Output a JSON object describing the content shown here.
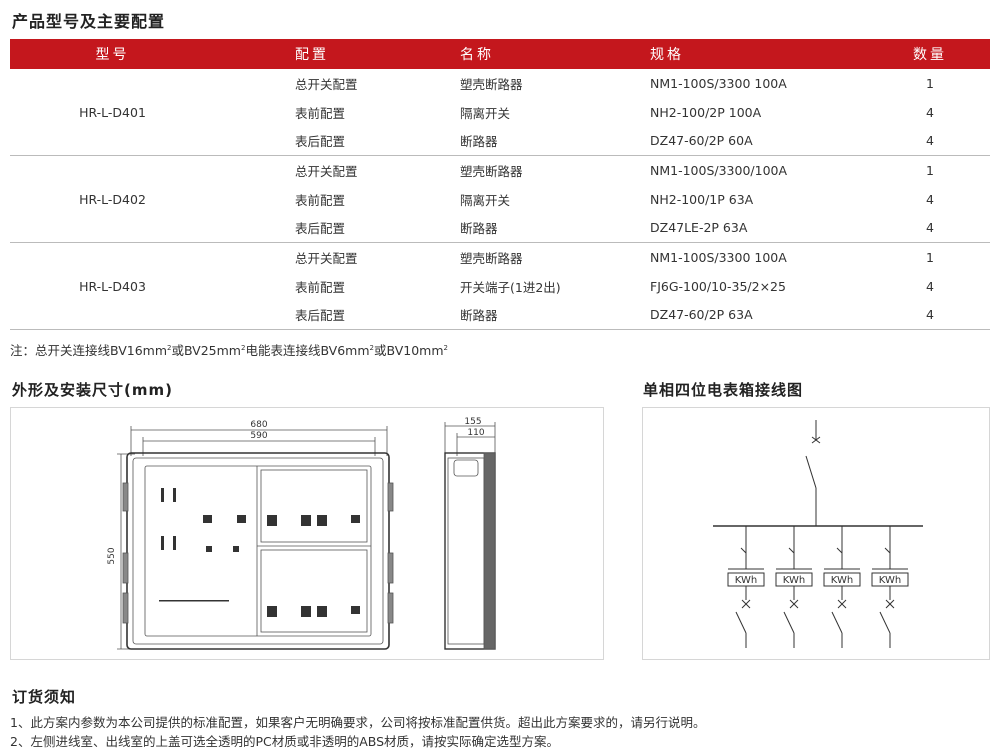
{
  "section1_title": "产品型号及主要配置",
  "table": {
    "headers": [
      "型号",
      "配置",
      "名称",
      "规格",
      "数量"
    ],
    "groups": [
      {
        "model": "HR-L-D401",
        "rows": [
          {
            "cfg": "总开关配置",
            "name": "塑壳断路器",
            "spec": "NM1-100S/3300 100A",
            "qty": "1"
          },
          {
            "cfg": "表前配置",
            "name": "隔离开关",
            "spec": "NH2-100/2P 100A",
            "qty": "4"
          },
          {
            "cfg": "表后配置",
            "name": "断路器",
            "spec": "DZ47-60/2P 60A",
            "qty": "4"
          }
        ]
      },
      {
        "model": "HR-L-D402",
        "rows": [
          {
            "cfg": "总开关配置",
            "name": "塑壳断路器",
            "spec": "NM1-100S/3300/100A",
            "qty": "1"
          },
          {
            "cfg": "表前配置",
            "name": "隔离开关",
            "spec": "NH2-100/1P 63A",
            "qty": "4"
          },
          {
            "cfg": "表后配置",
            "name": "断路器",
            "spec": "DZ47LE-2P 63A",
            "qty": "4"
          }
        ]
      },
      {
        "model": "HR-L-D403",
        "rows": [
          {
            "cfg": "总开关配置",
            "name": "塑壳断路器",
            "spec": "NM1-100S/3300 100A",
            "qty": "1"
          },
          {
            "cfg": "表前配置",
            "name": "开关端子(1进2出)",
            "spec": "FJ6G-100/10-35/2×25",
            "qty": "4"
          },
          {
            "cfg": "表后配置",
            "name": "断路器",
            "spec": "DZ47-60/2P 63A",
            "qty": "4"
          }
        ]
      }
    ]
  },
  "note": {
    "prefix": "注：总开关连接线BV16mm",
    "p2": "或BV25mm",
    "p3": "电能表连接线BV6mm",
    "p4": "或BV10mm",
    "sup": "2"
  },
  "section2_title": "外形及安装尺寸(mm)",
  "section3_title": "单相四位电表箱接线图",
  "dimensions": {
    "width_outer": "680",
    "width_inner": "590",
    "height": "550",
    "depth_outer": "155",
    "depth_inner": "110"
  },
  "meter_label": "KWh",
  "order": {
    "title": "订货须知",
    "items": [
      "1、此方案内参数为本公司提供的标准配置，如果客户无明确要求，公司将按标准配置供货。超出此方案要求的，请另行说明。",
      "2、左侧进线室、出线室的上盖可选全透明的PC材质或非透明的ABS材质，请按实际确定选型方案。"
    ]
  },
  "colors": {
    "header_red": "#c4171d"
  }
}
